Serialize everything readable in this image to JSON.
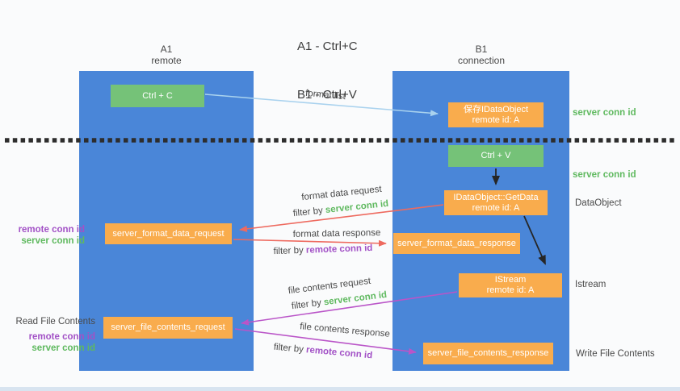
{
  "title": {
    "line1": "A1 - Ctrl+C",
    "line2": "B1 - Ctrl+V"
  },
  "columns": {
    "left": {
      "name": "A1",
      "subtitle": "remote"
    },
    "right": {
      "name": "B1",
      "subtitle": "connection"
    }
  },
  "nodes": {
    "ctrl_c": {
      "label": "Ctrl + C"
    },
    "ctrl_v": {
      "label": "Ctrl + V"
    },
    "save_dataobject": {
      "line1": "保存IDataObject",
      "line2": "remote id: A"
    },
    "getdata": {
      "line1": "IDataObject::GetData",
      "line2": "remote id: A"
    },
    "istream": {
      "line1": "IStream",
      "line2": "remote id: A"
    },
    "format_request": {
      "label": "server_format_data_request"
    },
    "format_response": {
      "label": "server_format_data_response"
    },
    "file_request": {
      "label": "server_file_contents_request"
    },
    "file_response": {
      "label": "server_file_contents_response"
    }
  },
  "side_labels": {
    "server_conn_top": "server conn id",
    "server_conn_mid": "server conn id",
    "dataobject": "DataObject",
    "istream": "Istream",
    "write_file": "Write File Contents",
    "read_file": "Read File Contents",
    "left_top": {
      "remote": "remote conn id",
      "server": "server conn id"
    },
    "left_bottom": {
      "remote": "remote conn id",
      "server": "server conn id"
    }
  },
  "arrow_labels": {
    "format_list": "format list",
    "format_request": {
      "line1": "format data request",
      "prefix": "filter by ",
      "filter": "server conn id"
    },
    "format_response": {
      "line1": "format data response",
      "prefix": "filter by ",
      "filter": "remote conn id"
    },
    "file_request": {
      "line1": "file contents request",
      "prefix": "filter by ",
      "filter": "server conn id"
    },
    "file_response": {
      "line1": "file contents response",
      "prefix": "filter by ",
      "filter": "remote conn id"
    }
  },
  "colors": {
    "column_blue": "#4a86d8",
    "node_green": "#75c278",
    "node_orange": "#f9ac4d",
    "server_conn_id_text": "#5fb95f",
    "remote_conn_id_text": "#a251c6",
    "arrow_format_list": "#a9d2ee",
    "arrow_format_data": "#ee6a5f",
    "arrow_file_contents": "#ba55c8",
    "arrow_black": "#262626",
    "label_gray": "#4a4a4a"
  }
}
